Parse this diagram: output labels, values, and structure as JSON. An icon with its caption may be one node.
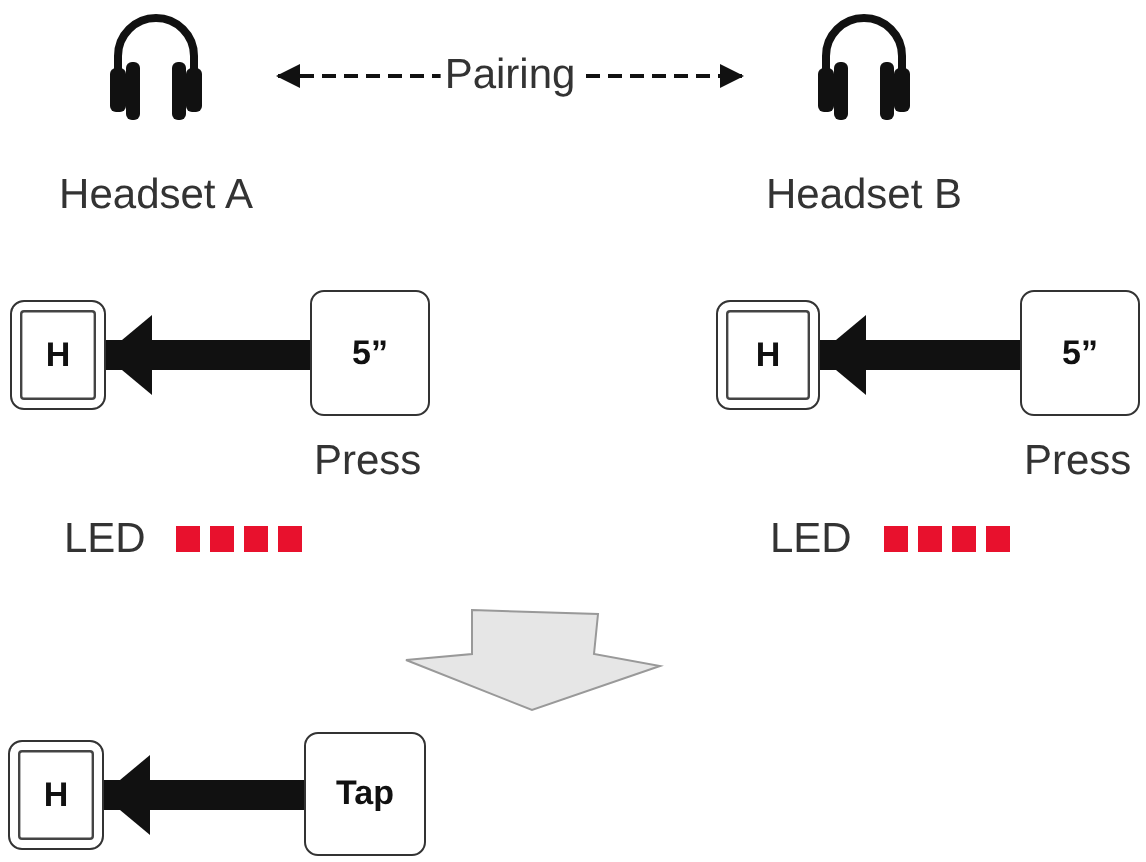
{
  "diagram": {
    "nodes": [
      {
        "text": [
          "Headset A"
        ]
      },
      {
        "text": [
          "Headset B"
        ]
      },
      {
        "text": [
          "H"
        ]
      },
      {
        "text": [
          "5”"
        ],
        "beside": [
          "Press"
        ]
      },
      {
        "text": [
          "H"
        ]
      },
      {
        "text": [
          "5”"
        ],
        "beside": [
          "Press"
        ]
      },
      {
        "text": [
          "H"
        ]
      },
      {
        "text": [
          "Tap"
        ]
      }
    ],
    "edges": [
      {
        "from": 0,
        "to": 1,
        "arrow": "both",
        "label": "Pairing",
        "style": "dashed"
      },
      {
        "from": 3,
        "to": 2,
        "arrow": "to"
      },
      {
        "from": 5,
        "to": 4,
        "arrow": "to"
      },
      {
        "from": 7,
        "to": 6,
        "arrow": "to"
      }
    ],
    "labels": [
      "LED",
      "LED"
    ]
  }
}
